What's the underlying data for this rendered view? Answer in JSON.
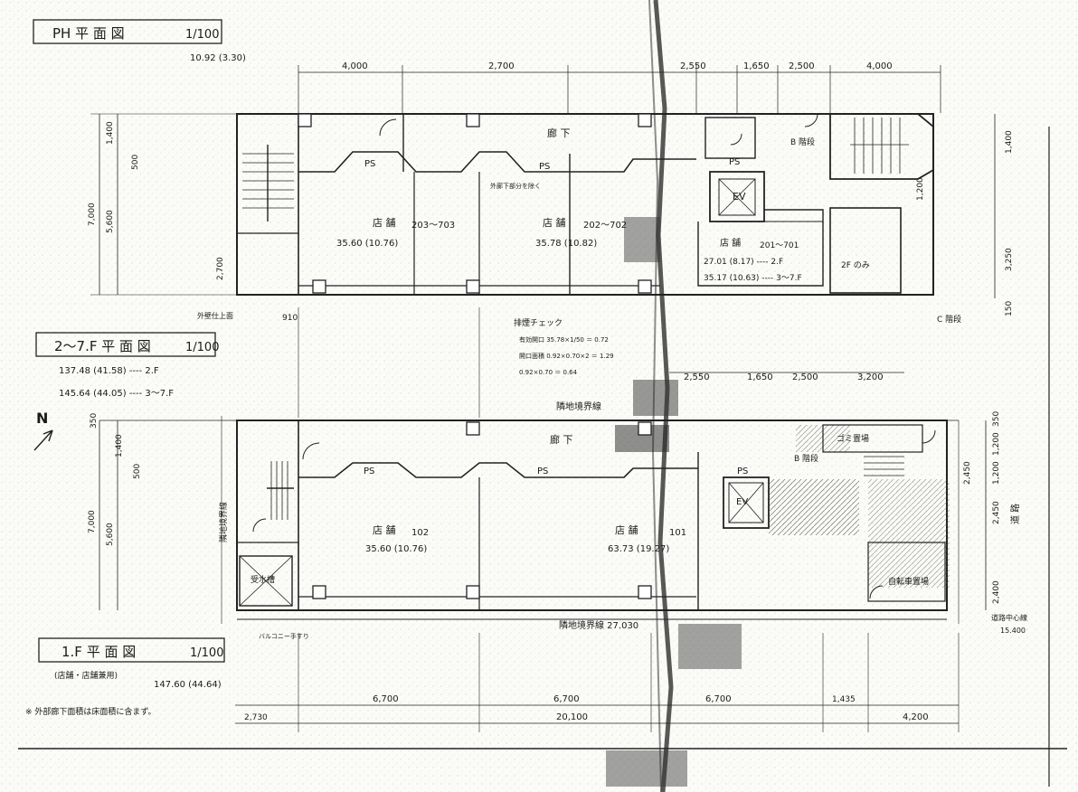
{
  "titles": {
    "ph": "PH 平 面 図",
    "ph_scale": "1/100",
    "ph_area": "10.92 (3.30)",
    "typical": "2～7.F 平 面 図",
    "typical_scale": "1/100",
    "typical_area_2f": "137.48 (41.58) ---- 2.F",
    "typical_area_37f": "145.64 (44.05) ---- 3～7.F",
    "f1": "1.F 平 面 図",
    "f1_scale": "1/100",
    "f1_use": "(店舗・店舗兼用)",
    "f1_area": "147.60 (44.64)",
    "f1_note": "※ 外部廊下面積は床面積に含まず。"
  },
  "top_dims": [
    "4,000",
    "2,700",
    "2,550",
    "1,650",
    "2,500",
    "4,000"
  ],
  "mid_dims": [
    "2,550",
    "1,650",
    "2,500",
    "3,200"
  ],
  "bottom_dims": [
    "6,700",
    "6,700",
    "6,700",
    "1,435",
    "20,100",
    "4,200",
    "2,730"
  ],
  "left_dims_upper": [
    "1,400",
    "500",
    "7,000",
    "5,600",
    "2,700",
    "910"
  ],
  "left_dims_lower": [
    "350",
    "1,400",
    "500",
    "7,000",
    "5,600"
  ],
  "right_dims_upper": [
    "1,400",
    "1,200",
    "3,250",
    "150"
  ],
  "right_dims_lower": [
    "350",
    "1,200",
    "1,200",
    "2,450",
    "2,450",
    "2,400"
  ],
  "labels": {
    "corridor_upper": "廊 下",
    "corridor_lower": "廊 下",
    "ps": "PS",
    "ev": "EV",
    "shop_upper_a": "店 舗",
    "shop_upper_a_no": "203～703",
    "shop_upper_a_area": "35.60 (10.76)",
    "shop_upper_b": "店 舗",
    "shop_upper_b_no": "202～702",
    "shop_upper_b_area": "35.78 (10.82)",
    "shop_upper_c": "店 舗",
    "shop_upper_c_no": "201～701",
    "shop_upper_c_area1": "27.01 (8.17) ---- 2.F",
    "shop_upper_c_area2": "35.17 (10.63) ---- 3～7.F",
    "shop_lower_a": "店 舗",
    "shop_lower_a_no": "102",
    "shop_lower_a_area": "35.60 (10.76)",
    "shop_lower_b": "店 舗",
    "shop_lower_b_no": "101",
    "shop_lower_b_area": "63.73 (19.27)",
    "stair_b": "B 階段",
    "stair_c": "C 階段",
    "room_2f": "2F のみ",
    "elevator_hall": "EV",
    "trash": "ゴミ置場",
    "pump": "受水槽",
    "bike": "自転車置場",
    "boundary_top": "隣地境界線",
    "boundary_bottom": "隣地境界線 27.030",
    "road": "道路中心線",
    "road_width": "15.400",
    "road_right": "道 路",
    "north": "N",
    "exhaust_note": "排煙チェック",
    "exhaust_1": "有効開口 35.78×1/50 ＝ 0.72",
    "exhaust_2": "開口面積 0.92×0.70×2 ＝ 1.29",
    "exhaust_3": "0.92×0.70 ＝ 0.64",
    "corridor_note": "外廊下部分を除く",
    "outside_wall": "外壁仕上面",
    "outside_line": "バルコニー手すり",
    "left_vertical": "隣地境界線"
  }
}
